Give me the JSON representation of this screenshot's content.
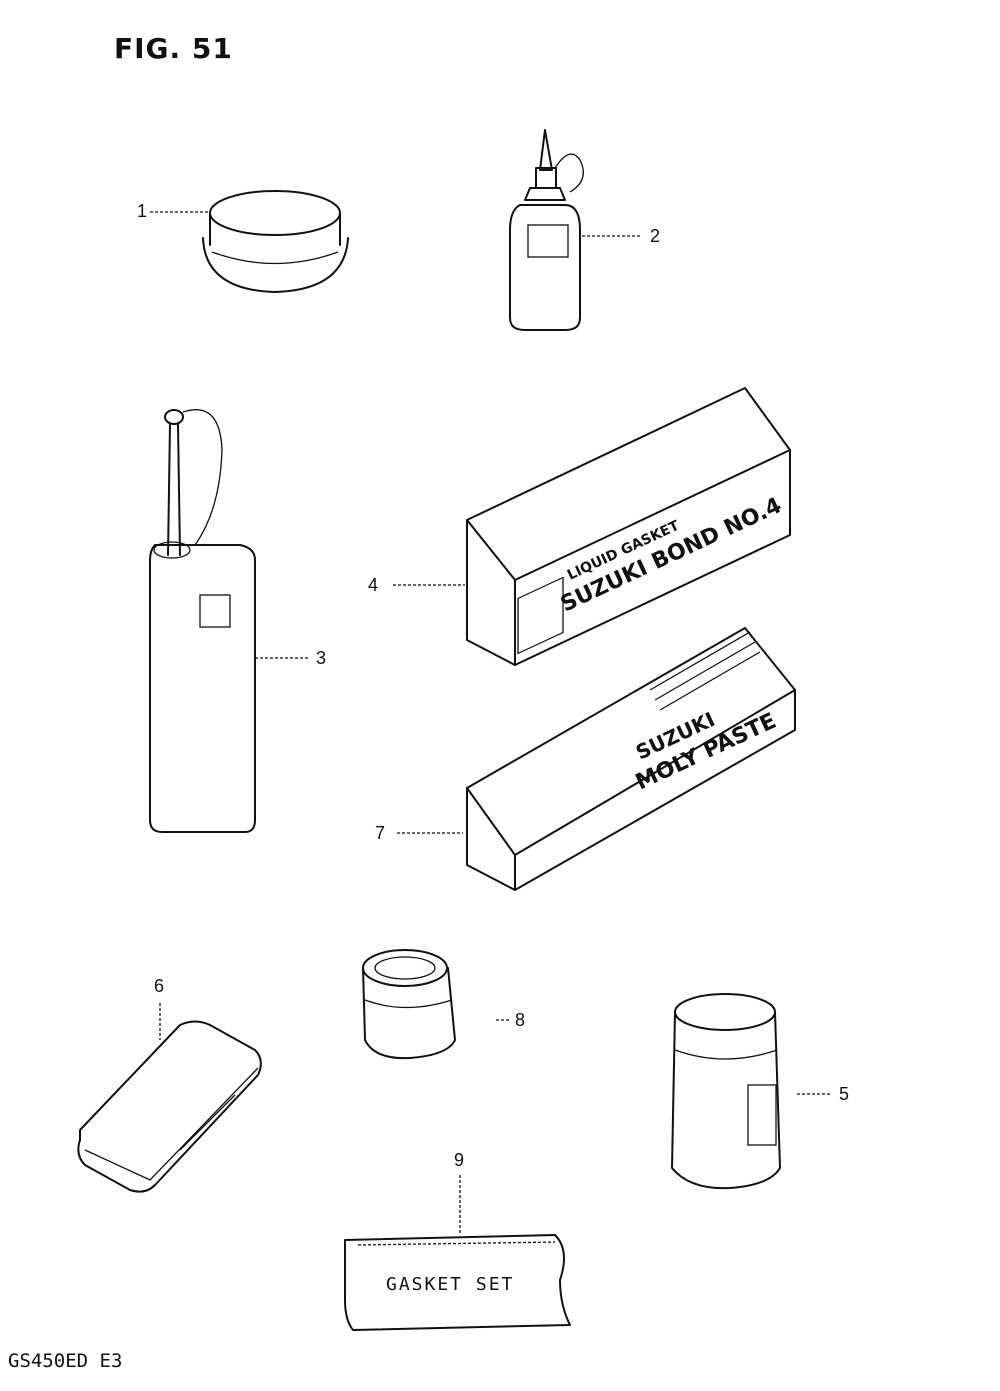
{
  "figure": {
    "title": "FIG. 51",
    "model_code": "GS450ED E3"
  },
  "parts": [
    {
      "num": "1",
      "item": "grease-tin"
    },
    {
      "num": "2",
      "item": "oil-bottle"
    },
    {
      "num": "3",
      "item": "oil-can-with-nozzle"
    },
    {
      "num": "4",
      "item": "liquid-gasket-box"
    },
    {
      "num": "5",
      "item": "large-can"
    },
    {
      "num": "6",
      "item": "small-case"
    },
    {
      "num": "7",
      "item": "moly-paste-box"
    },
    {
      "num": "8",
      "item": "small-can"
    },
    {
      "num": "9",
      "item": "gasket-set-packet"
    }
  ],
  "labels": {
    "gasket_set": "GASKET SET",
    "bond_line1": "LIQUID GASKET",
    "bond_line2": "SUZUKI BOND NO.4",
    "moly_line1": "SUZUKI",
    "moly_line2": "MOLY PASTE",
    "brand": "SUZUKI"
  }
}
